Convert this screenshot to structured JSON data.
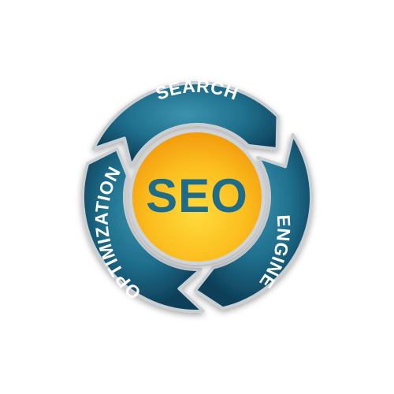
{
  "diagram": {
    "center_label": "SEO",
    "segments": [
      {
        "label": "SEARCH"
      },
      {
        "label": "ENGINE"
      },
      {
        "label": "OPTIMIZATION"
      }
    ]
  },
  "stock_id": "48983166",
  "colors": {
    "ring_dark": "#0d3f58",
    "ring_mid": "#1f6f8d",
    "ring_light": "#3c93ad",
    "border": "#c9ced3",
    "center_light": "#ffdb3c",
    "center_dark": "#f29a0c",
    "center_text": "#1f6c8a",
    "label_text": "#ffffff"
  }
}
